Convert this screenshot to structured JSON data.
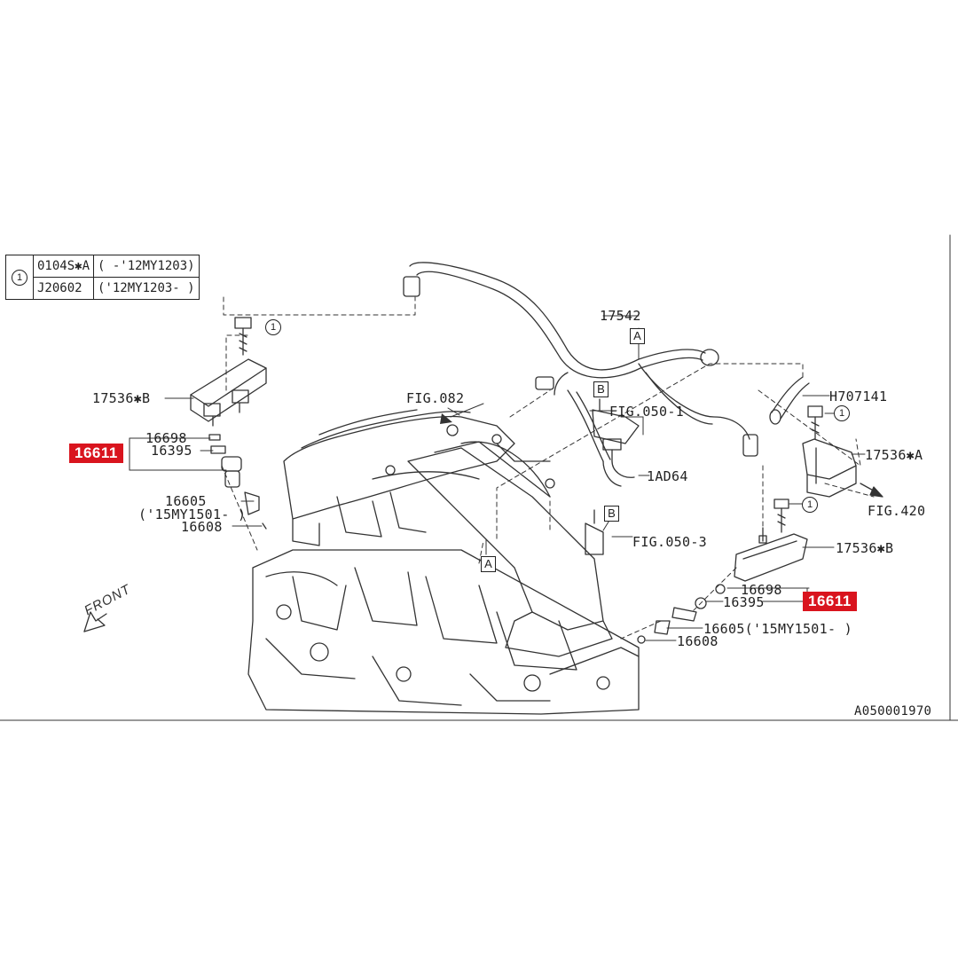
{
  "legend": {
    "symbol": "1",
    "rows": [
      {
        "part": "0104S✱A",
        "range": "( -'12MY1203)"
      },
      {
        "part": "J20602",
        "range": "('12MY1203- )"
      }
    ]
  },
  "labels": {
    "p17542": "17542",
    "p17536b_left": "17536✱B",
    "p16698_left": "16698",
    "p16395_left": "16395",
    "p16605_left": "16605",
    "p15my_left": "('15MY1501- )",
    "p16608_left": "16608",
    "fig082": "FIG.082",
    "fig0501": "FIG.050-1",
    "ad64": "1AD64",
    "fig0503": "FIG.050-3",
    "h707141": "H707141",
    "p17536a": "17536✱A",
    "fig420": "FIG.420",
    "p17536b_right": "17536✱B",
    "p16698_right": "16698",
    "p16395_right": "16395",
    "p16605_right": "16605('15MY1501- )",
    "p16608_right": "16608",
    "front": "FRONT",
    "diagram_id": "A050001970"
  },
  "highlight": {
    "left": "16611",
    "right": "16611",
    "color": "#d9141e"
  },
  "ref_boxes": {
    "a_top": "A",
    "b_top": "B",
    "b_mid": "B",
    "a_mid": "A"
  },
  "circled_ref": "1"
}
